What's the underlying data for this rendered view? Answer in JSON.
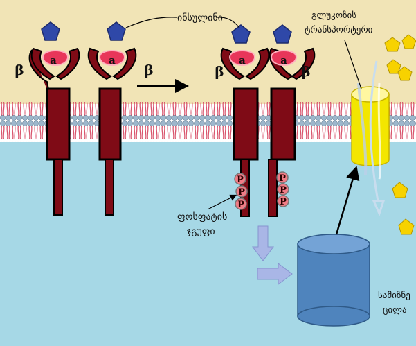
{
  "labels": {
    "insulin": "ინსულინი",
    "glucose_transporter_line1": "გლუკოზის",
    "glucose_transporter_line2": "ტრანსპორტერი",
    "phosphate_group_line1": "ფოსფატის",
    "phosphate_group_line2": "ჯგუფი",
    "signal_protein_line1": "სამიზნე",
    "signal_protein_line2": "ცილა",
    "beta": "β",
    "alpha": "a",
    "phosphate": "P"
  },
  "colors": {
    "outside": "#f1e4b6",
    "inside": "#a6d8e6",
    "receptor": "#7f0b16",
    "alpha_subunit": "#e8365a",
    "insulin": "#2f48a8",
    "glucose": "#f7d200",
    "transporter": "#f3e600",
    "target_protein": "#4f84bd",
    "arrow_fill": "#a9b6e6",
    "phosphate": "#f07c86"
  }
}
